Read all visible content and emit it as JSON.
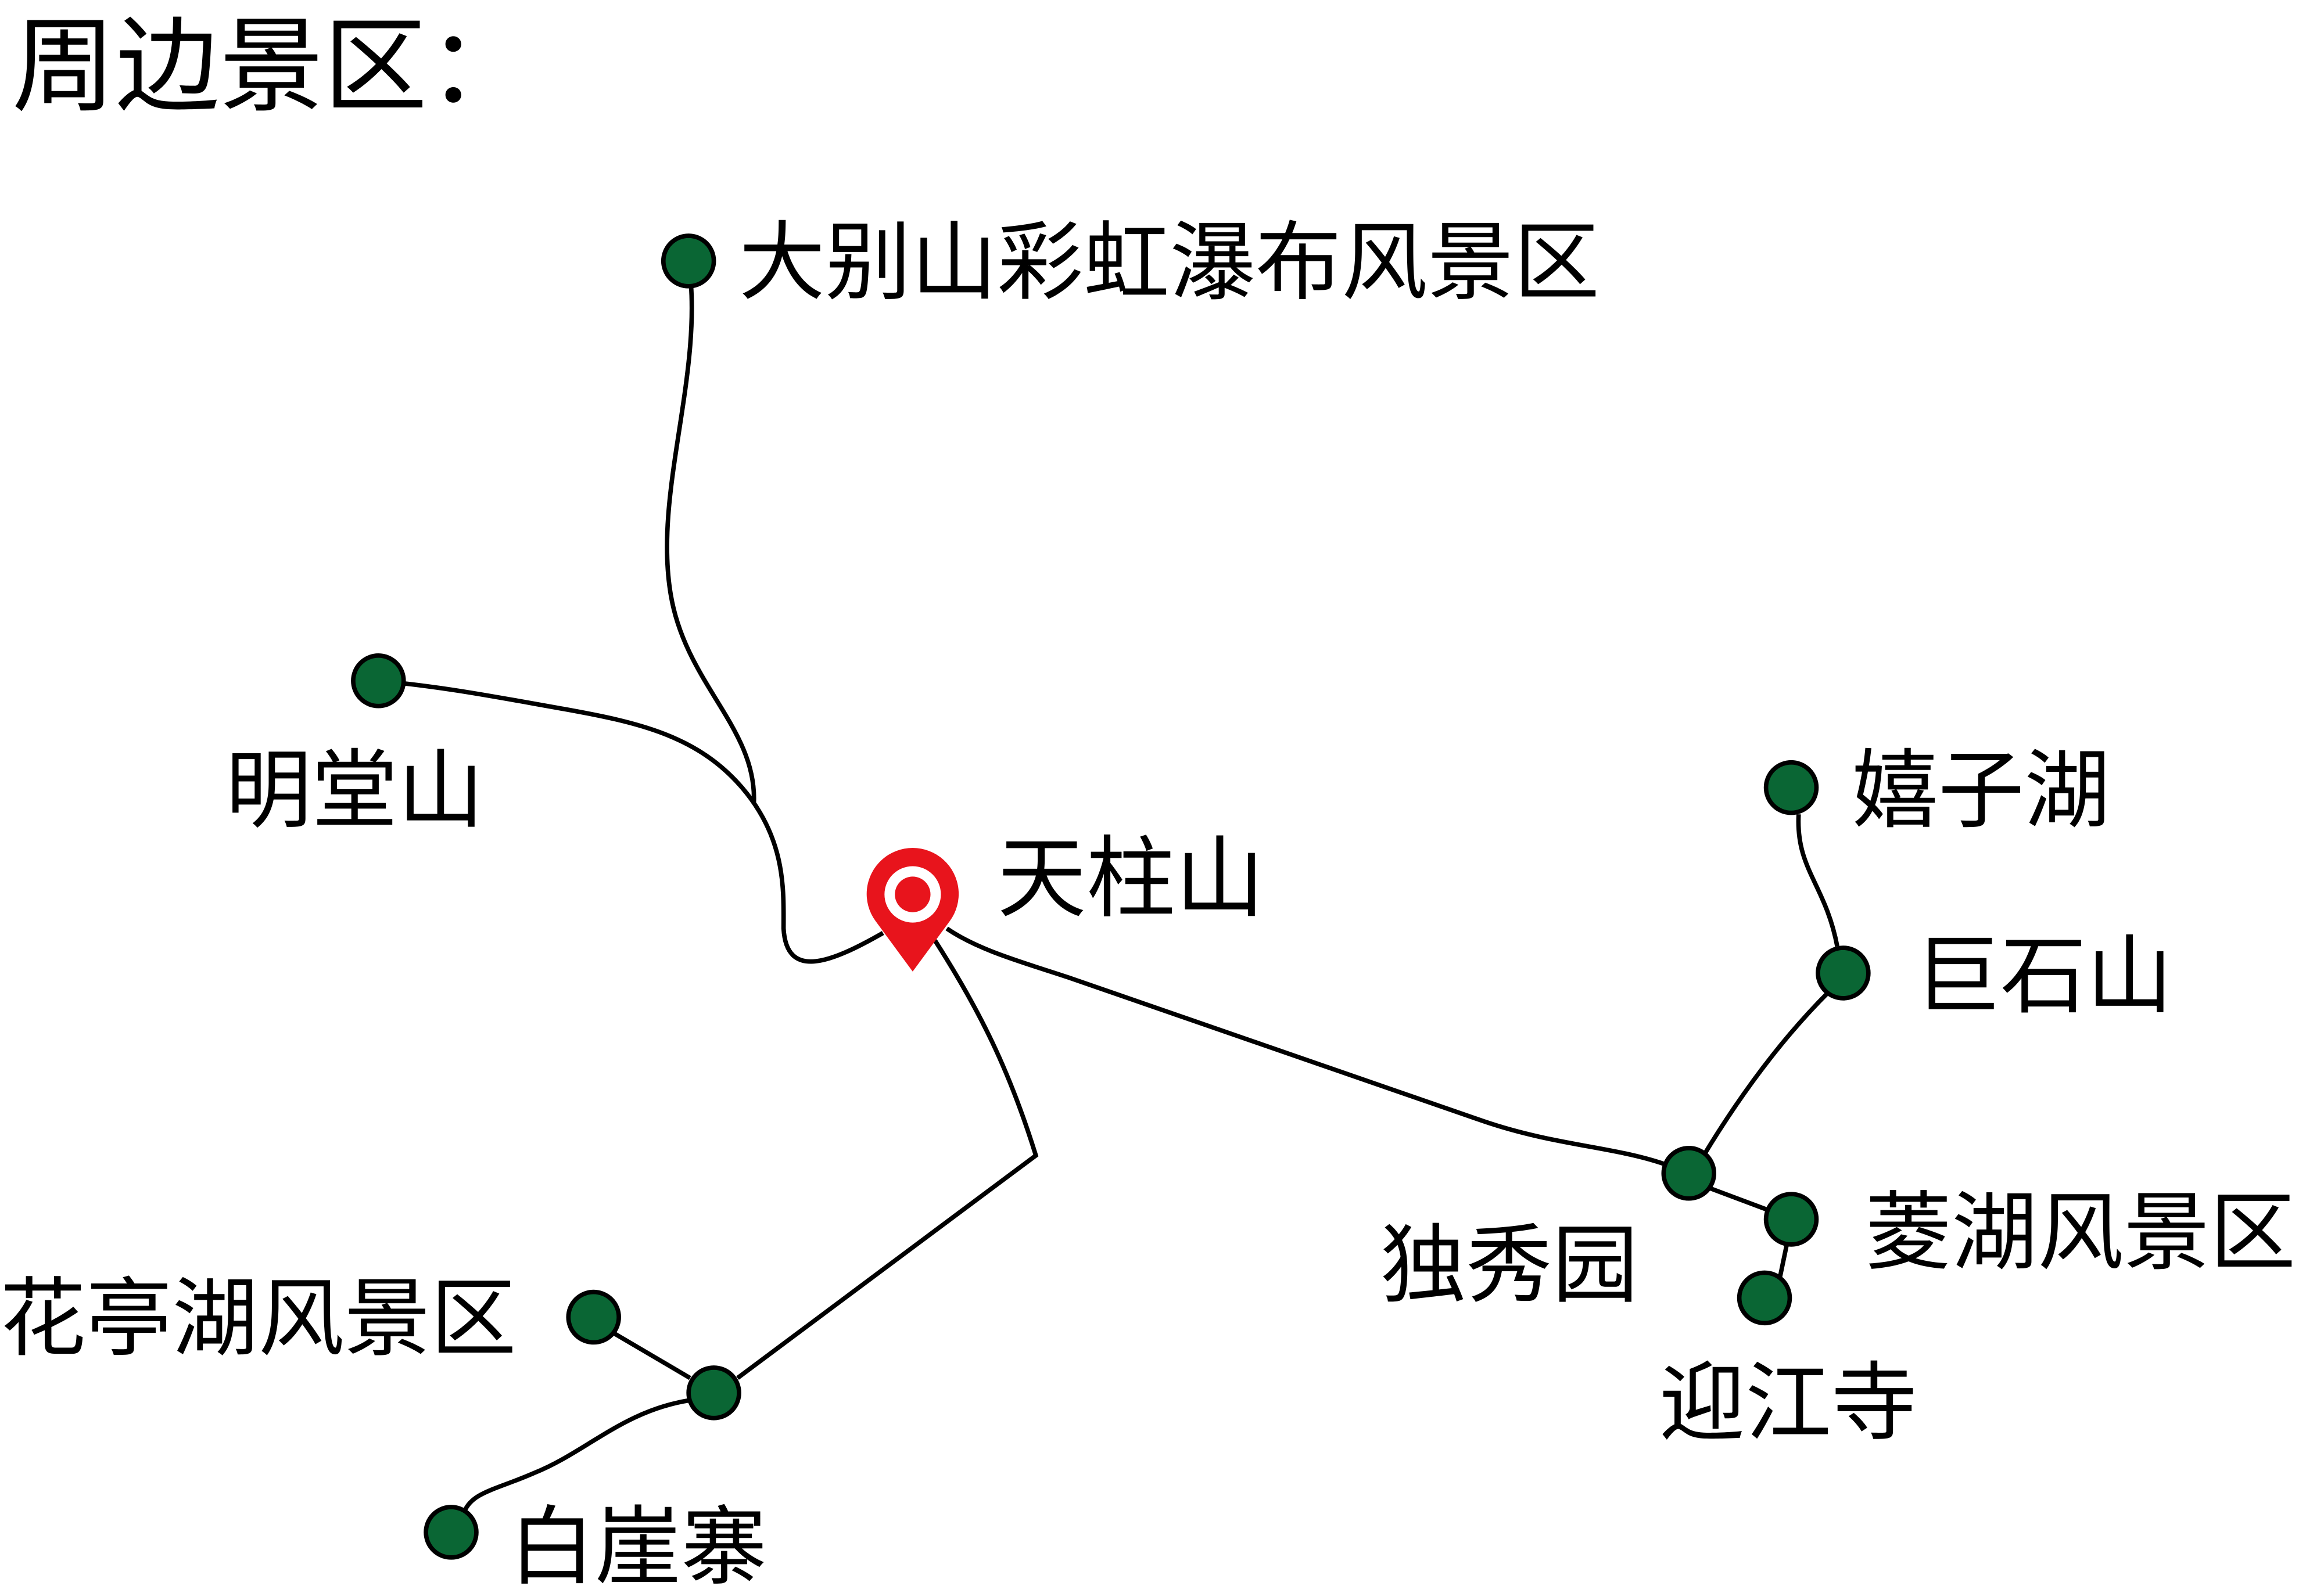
{
  "title": "周边景区：",
  "center": {
    "name": "天柱山",
    "icon": "map-pin-icon",
    "color": "#e8141c"
  },
  "dot_color": "#0a6634",
  "spots": [
    {
      "id": "dabieshan",
      "name": "大别山彩虹瀑布风景区"
    },
    {
      "id": "mingtangshan",
      "name": "明堂山"
    },
    {
      "id": "xizihu",
      "name": "嬉子湖"
    },
    {
      "id": "jushishan",
      "name": "巨石山"
    },
    {
      "id": "duxiuyuan",
      "name": "独秀园"
    },
    {
      "id": "linghu",
      "name": "菱湖风景区"
    },
    {
      "id": "yingjiangsi",
      "name": "迎江寺"
    },
    {
      "id": "huatinghu",
      "name": "花亭湖风景区"
    },
    {
      "id": "baiyazhai",
      "name": "白崖寨"
    }
  ]
}
